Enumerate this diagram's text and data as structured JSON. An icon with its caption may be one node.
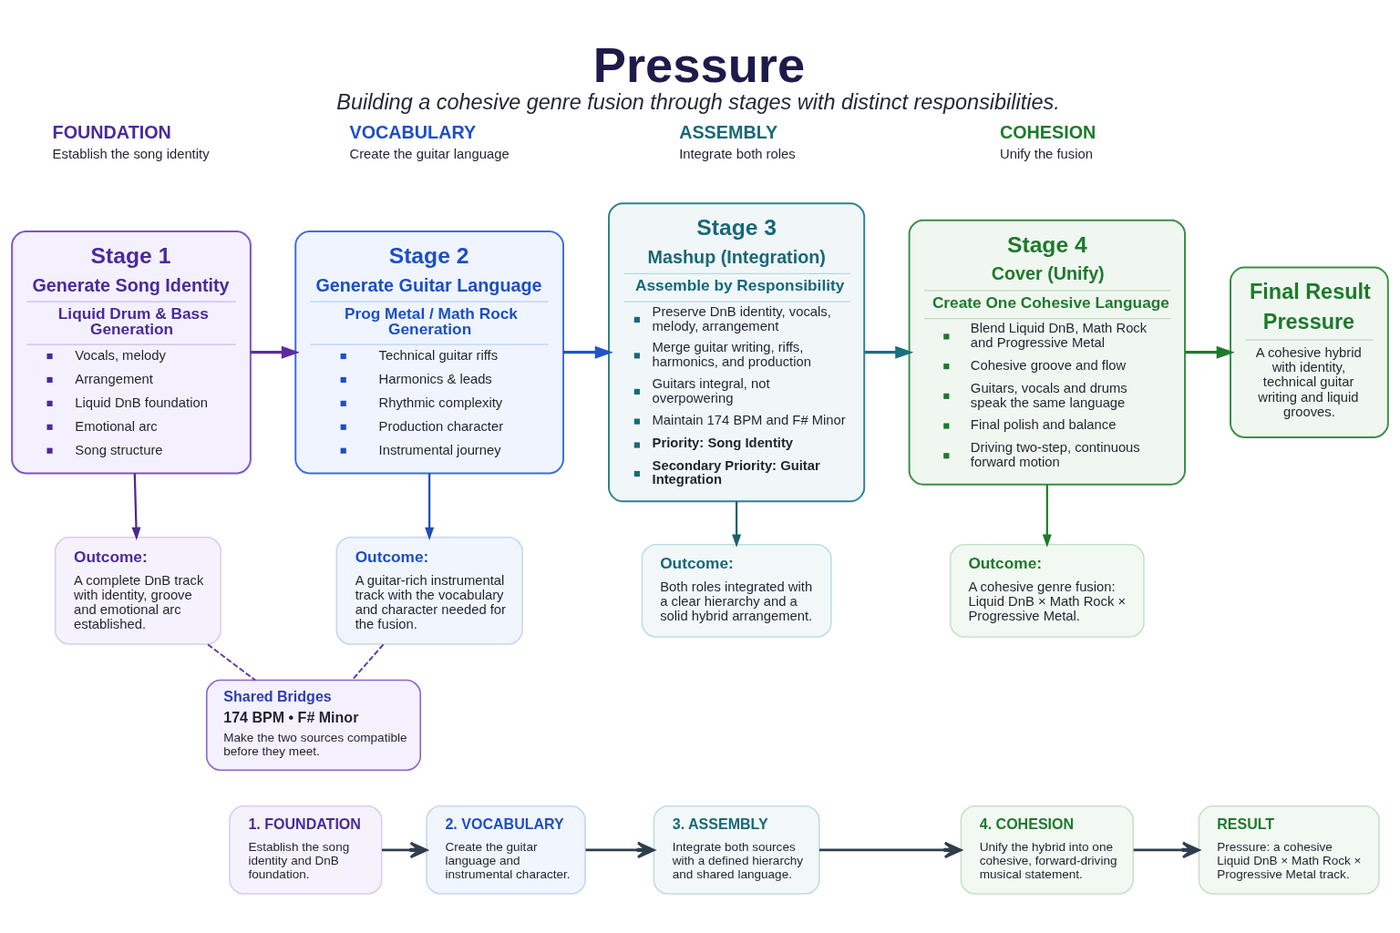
{
  "diagram": {
    "title": "Pressure",
    "caption": "Building a cohesive genre fusion through stages with distinct responsibilities.",
    "nodes": [
      {
        "text": [
          "Stage 1",
          "Generate Song Identity",
          "Liquid Drum & Bass Generation",
          "Vocals, melody",
          "Arrangement",
          "Liquid DnB foundation",
          "Emotional arc",
          "Song structure"
        ]
      },
      {
        "text": [
          "Stage 2",
          "Generate Guitar Language",
          "Prog Metal / Math Rock Generation",
          "Technical guitar riffs",
          "Harmonics & leads",
          "Rhythmic complexity",
          "Production character",
          "Instrumental journey"
        ]
      },
      {
        "text": [
          "Stage 3",
          "Mashup (Integration)",
          "Assemble by Responsibility",
          "Preserve DnB identity, vocals, melody, arrangement",
          "Merge guitar writing, riffs, harmonics, and production",
          "Guitars integral, not overpowering",
          "Maintain 174 BPM and F# Minor",
          "Priority: Song Identity",
          "Secondary Priority: Guitar Integration"
        ]
      },
      {
        "text": [
          "Stage 4",
          "Cover (Unify)",
          "Create One Cohesive Language",
          "Blend Liquid DnB, Math Rock and Progressive Metal",
          "Cohesive groove and flow",
          "Guitars, vocals and drums speak the same language",
          "Final polish and balance",
          "Driving two-step, continuous forward motion"
        ]
      },
      {
        "text": [
          "Final Result",
          "Pressure",
          "A cohesive hybrid with identity, technical guitar writing and liquid grooves."
        ]
      },
      {
        "text": [
          "Outcome:",
          "A complete DnB track with identity, groove and emotional arc established."
        ]
      },
      {
        "text": [
          "Outcome:",
          "A guitar-rich instrumental track with the vocabulary and character needed for the fusion."
        ]
      },
      {
        "text": [
          "Outcome:",
          "Both roles integrated with a clear hierarchy and a solid hybrid arrangement."
        ]
      },
      {
        "text": [
          "Outcome:",
          "A cohesive genre fusion: Liquid DnB × Math Rock × Progressive Metal."
        ]
      },
      {
        "text": [
          "Shared Bridges",
          "174 BPM • F# Minor",
          "Make the two sources compatible before they meet."
        ]
      },
      {
        "text": [
          "1. FOUNDATION",
          "Establish the song identity and DnB foundation."
        ]
      },
      {
        "text": [
          "2. VOCABULARY",
          "Create the guitar language and instrumental character."
        ]
      },
      {
        "text": [
          "3. ASSEMBLY",
          "Integrate both sources with a defined hierarchy and shared language."
        ]
      },
      {
        "text": [
          "4. COHESION",
          "Unify the hybrid into one cohesive, forward-driving musical statement."
        ]
      },
      {
        "text": [
          "RESULT",
          "Pressure: a cohesive Liquid DnB × Math Rock × Progressive Metal track."
        ]
      }
    ],
    "edges": [
      {
        "from": 0,
        "to": 1,
        "arrow": "to",
        "color": "#5b2ca0"
      },
      {
        "from": 1,
        "to": 2,
        "arrow": "to",
        "color": "#1f56c8"
      },
      {
        "from": 2,
        "to": 3,
        "arrow": "to",
        "color": "#1b6f7f"
      },
      {
        "from": 3,
        "to": 4,
        "arrow": "to",
        "color": "#1e7a2e"
      },
      {
        "from": 0,
        "to": 5,
        "arrow": "to",
        "color": "#4a2a8c"
      },
      {
        "from": 1,
        "to": 6,
        "arrow": "to",
        "color": "#1f4fb4"
      },
      {
        "from": 2,
        "to": 7,
        "arrow": "to",
        "color": "#1b5f6e"
      },
      {
        "from": 3,
        "to": 8,
        "arrow": "to",
        "color": "#1e7a2e"
      },
      {
        "from": 5,
        "to": 9,
        "arrow": "none",
        "style": "dashed",
        "color": "#5b3cb0"
      },
      {
        "from": 6,
        "to": 9,
        "arrow": "none",
        "style": "dashed",
        "color": "#5b3cb0"
      },
      {
        "from": 10,
        "to": 11,
        "arrow": "to",
        "color": "#2f3e4e"
      },
      {
        "from": 11,
        "to": 12,
        "arrow": "to",
        "color": "#2f3e4e"
      },
      {
        "from": 12,
        "to": 13,
        "arrow": "to",
        "color": "#2f3e4e"
      },
      {
        "from": 13,
        "to": 14,
        "arrow": "to",
        "color": "#2f3e4e"
      }
    ],
    "labels": [
      "FOUNDATION",
      "Establish the song identity",
      "VOCABULARY",
      "Create the guitar language",
      "ASSEMBLY",
      "Integrate both roles",
      "COHESION",
      "Unify the fusion"
    ]
  }
}
